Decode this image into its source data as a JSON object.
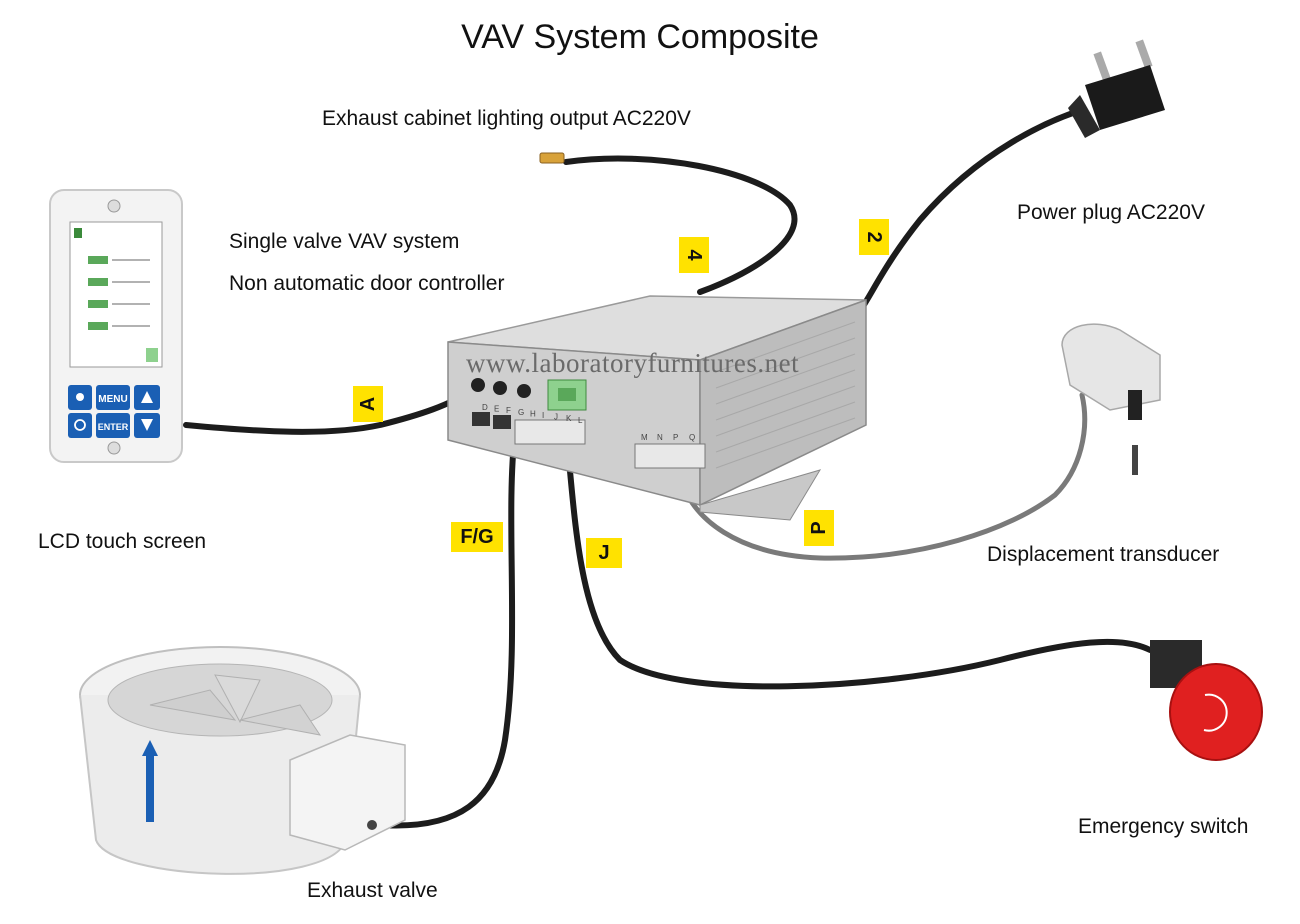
{
  "title": "VAV System Composite",
  "watermark": "www.laboratoryfurnitures.net",
  "labels": {
    "lighting": "Exhaust cabinet lighting output AC220V",
    "power": "Power plug AC220V",
    "single_valve": "Single valve VAV system",
    "non_auto": "Non automatic door controller",
    "lcd": "LCD touch screen",
    "displacement": "Displacement transducer",
    "emergency": "Emergency switch",
    "exhaust_valve": "Exhaust valve"
  },
  "tags": {
    "a": "A",
    "fg": "F/G",
    "j": "J",
    "p": "P",
    "four": "4",
    "two": "2"
  },
  "lcd": {
    "menu": "MENU",
    "enter": "ENTER"
  },
  "terminals": {
    "left": [
      "D",
      "E",
      "F",
      "G",
      "H",
      "I",
      "J",
      "K",
      "L"
    ],
    "right": [
      "M",
      "N",
      "P",
      "Q"
    ]
  },
  "colors": {
    "tag": "#ffe200",
    "button": "#1a5fb4",
    "connector": "#8ed18e",
    "stop_button": "#e02020"
  }
}
